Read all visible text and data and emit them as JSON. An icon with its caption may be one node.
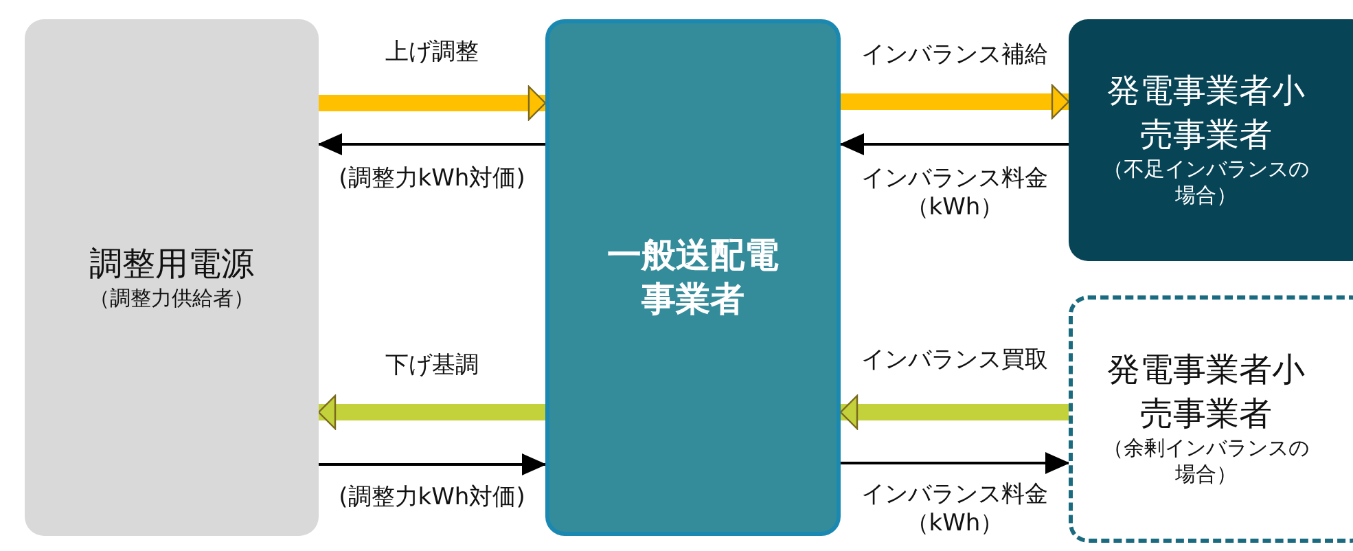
{
  "diagram": {
    "nodes": [
      {
        "text": [
          "調整用電源",
          "（調整力供給者）"
        ]
      },
      {
        "text": [
          "一般送配電事業者"
        ]
      },
      {
        "text": [
          "発電事業者小売事業者",
          "（不足インバランスの場合）"
        ]
      },
      {
        "text": [
          "発電事業者小売事業者",
          "（余剰インバランスの場合）"
        ]
      }
    ],
    "edges": [
      {
        "from": 0,
        "to": 1,
        "arrow": "to",
        "label": "上げ調整",
        "style": "thick",
        "color": "#ffc000"
      },
      {
        "from": 1,
        "to": 0,
        "arrow": "to",
        "label": "(調整力kWh対価)"
      },
      {
        "from": 1,
        "to": 2,
        "arrow": "to",
        "label": "インバランス補給",
        "style": "thick",
        "color": "#ffc000"
      },
      {
        "from": 2,
        "to": 1,
        "arrow": "to",
        "label": "インバランス料金（kWh）"
      },
      {
        "from": 1,
        "to": 0,
        "arrow": "to",
        "label": "下げ基調",
        "style": "thick",
        "color": "#c3d13a"
      },
      {
        "from": 0,
        "to": 1,
        "arrow": "to",
        "label": "(調整力kWh対価)"
      },
      {
        "from": 3,
        "to": 1,
        "arrow": "to",
        "label": "インバランス買取",
        "style": "thick",
        "color": "#c3d13a"
      },
      {
        "from": 1,
        "to": 3,
        "arrow": "to",
        "label": "インバランス料金（kWh）"
      }
    ]
  }
}
